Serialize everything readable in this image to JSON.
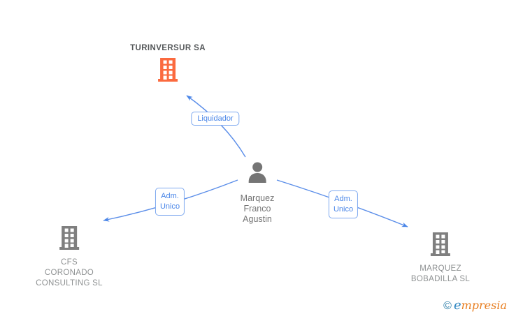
{
  "companies": {
    "turinversur": {
      "name": "TURINVERSUR SA"
    },
    "cfs": {
      "line1": "CFS",
      "line2": "CORONADO",
      "line3": "CONSULTING SL"
    },
    "marquez_bobadilla": {
      "line1": "MARQUEZ",
      "line2": "BOBADILLA SL"
    }
  },
  "person": {
    "line1": "Marquez",
    "line2": "Franco",
    "line3": "Agustin"
  },
  "relationships": {
    "liquidador": {
      "label": "Liquidador"
    },
    "adm_unico_left": {
      "line1": "Adm.",
      "line2": "Unico"
    },
    "adm_unico_right": {
      "line1": "Adm.",
      "line2": "Unico"
    }
  },
  "watermark": {
    "copyright_symbol": "©",
    "brand_e": "e",
    "brand_rest": "mpresia"
  },
  "colors": {
    "edge_blue": "#4a86e8",
    "building_orange": "#fb6a3f",
    "building_gray": "#7f7f7f",
    "person_gray": "#757575",
    "title_dark_gray": "#55585a",
    "company_label_gray": "#8e9192",
    "logo_blue": "#2e86c1",
    "logo_orange": "#e87e20"
  }
}
